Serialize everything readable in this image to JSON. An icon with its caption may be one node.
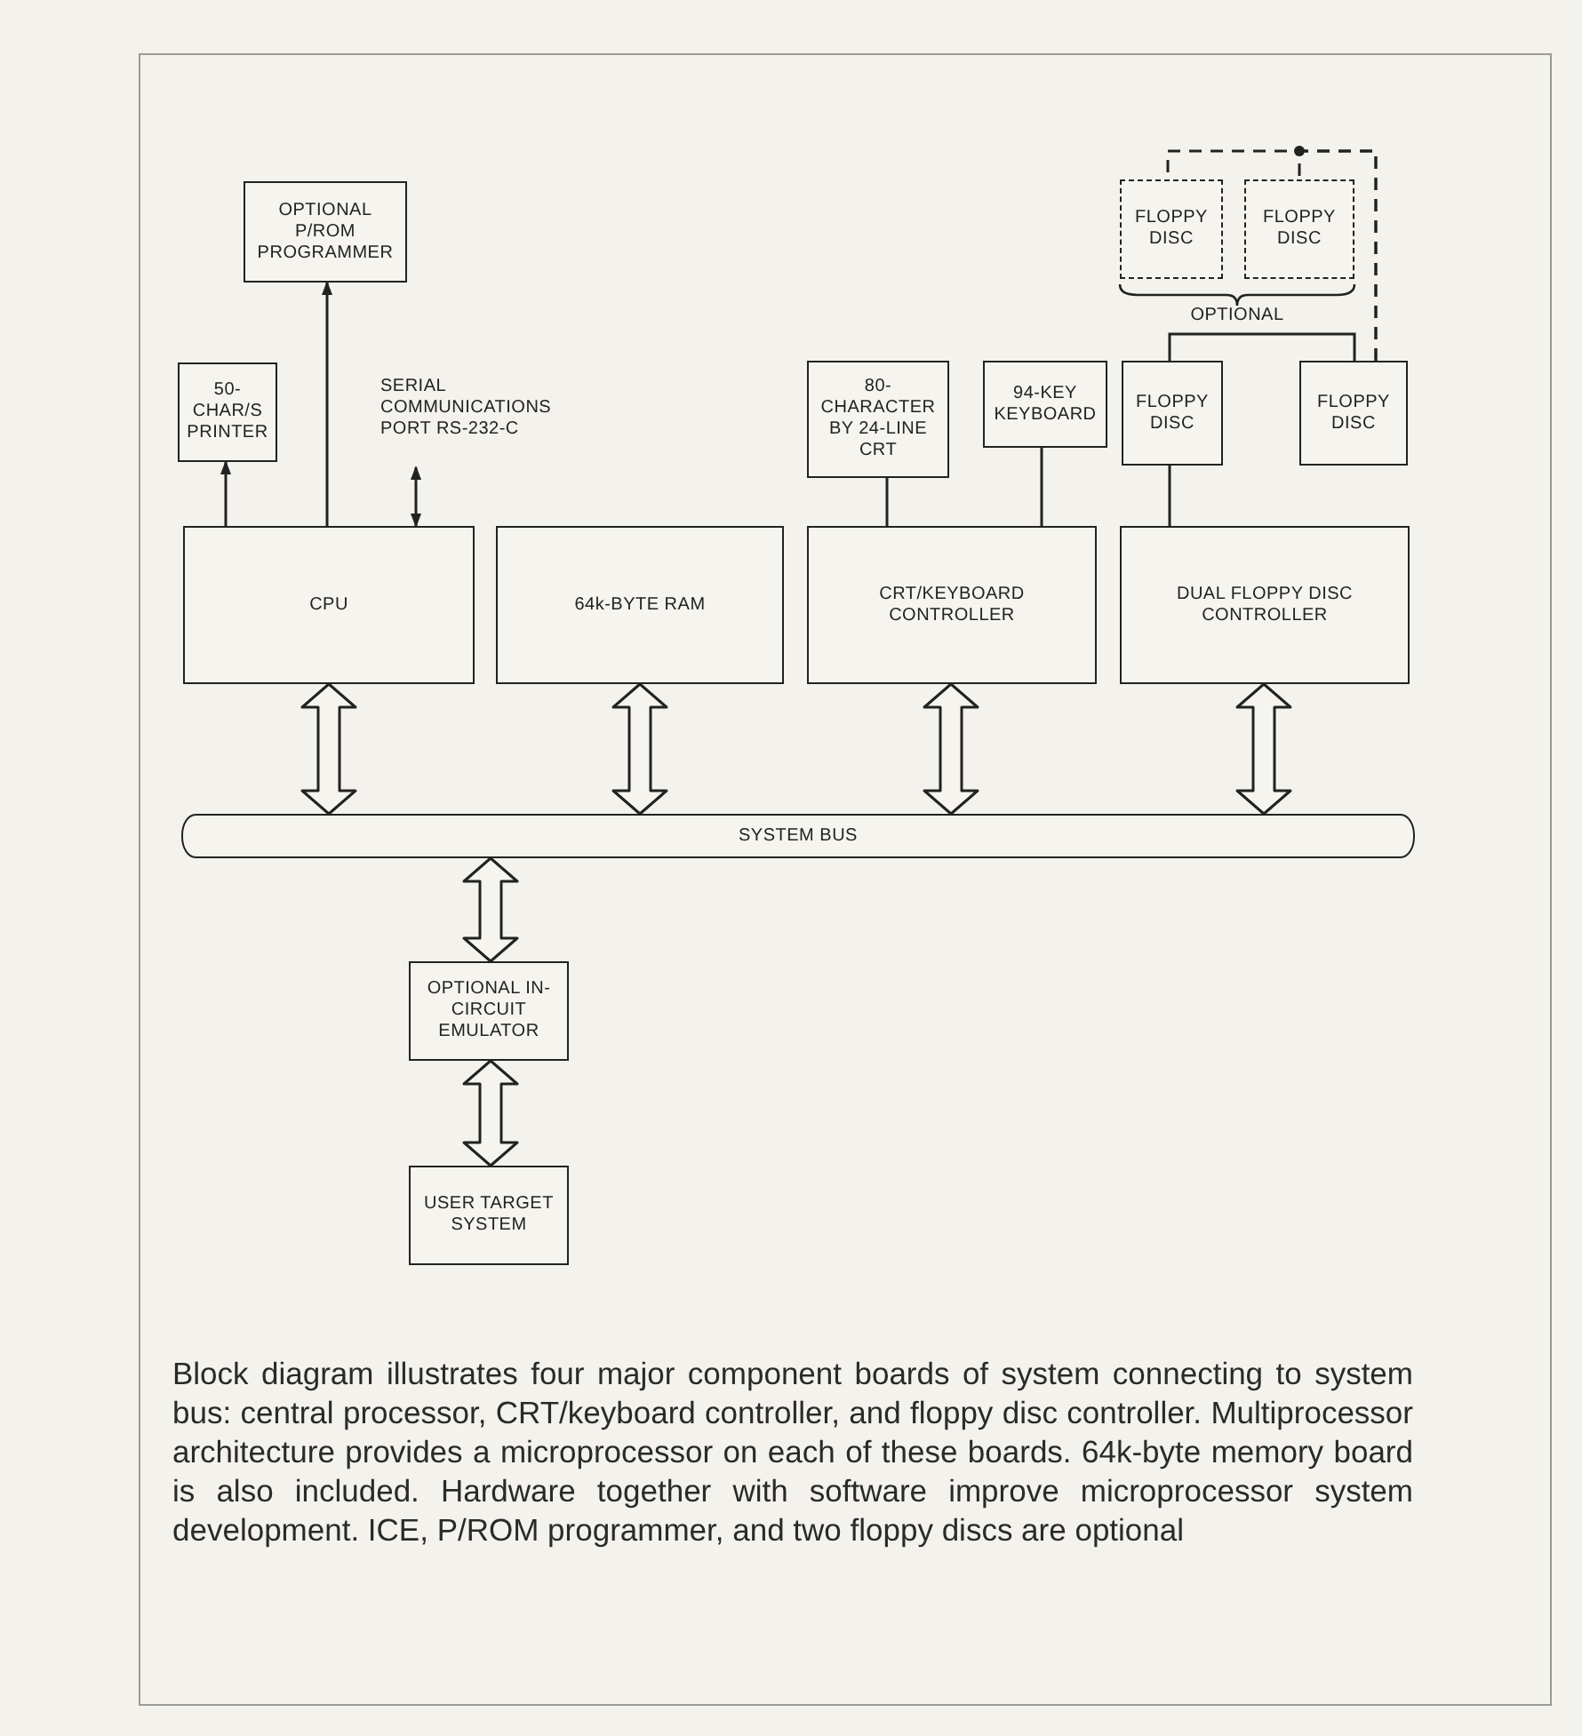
{
  "diagram": {
    "caption": "Block diagram illustrates four major component boards of system connecting to system bus: central processor, CRT/keyboard controller, and floppy disc controller. Multiprocessor architecture provides a microprocessor on each of these boards. 64k-byte memory board is also included. Hardware together with software improve microprocessor system development. ICE, P/ROM programmer, and two floppy discs are optional",
    "nodes": [
      {
        "text": [
          "OPTIONAL P/ROM PROGRAMMER"
        ]
      },
      {
        "text": [
          "FLOPPY DISC"
        ]
      },
      {
        "text": [
          "FLOPPY DISC"
        ]
      },
      {
        "text": [
          "50- CHAR/S PRINTER"
        ]
      },
      {
        "text": [
          "SERIAL COMMUNICATIONS PORT RS-232-C"
        ]
      },
      {
        "text": [
          "80- CHARACTER BY 24-LINE CRT"
        ]
      },
      {
        "text": [
          "94-KEY KEYBOARD"
        ]
      },
      {
        "text": [
          "FLOPPY DISC"
        ]
      },
      {
        "text": [
          "FLOPPY DISC"
        ]
      },
      {
        "text": [
          "CPU"
        ]
      },
      {
        "text": [
          "64k-BYTE RAM"
        ]
      },
      {
        "text": [
          "CRT/KEYBOARD CONTROLLER"
        ]
      },
      {
        "text": [
          "DUAL FLOPPY DISC CONTROLLER"
        ]
      },
      {
        "text": [
          "SYSTEM BUS"
        ]
      },
      {
        "text": [
          "OPTIONAL IN-CIRCUIT EMULATOR"
        ]
      },
      {
        "text": [
          "USER TARGET SYSTEM"
        ]
      }
    ],
    "edges": [
      {
        "from": 9,
        "to": 0,
        "arrow": "to"
      },
      {
        "from": 9,
        "to": 3,
        "arrow": "to"
      },
      {
        "from": 9,
        "to": 4,
        "arrow": "both"
      },
      {
        "from": 11,
        "to": 5,
        "arrow": "none"
      },
      {
        "from": 11,
        "to": 6,
        "arrow": "none"
      },
      {
        "from": 12,
        "to": 7,
        "arrow": "none"
      },
      {
        "from": 7,
        "to": 8,
        "arrow": "none"
      },
      {
        "from": 8,
        "to": 1,
        "arrow": "none",
        "style": "dashed"
      },
      {
        "from": 8,
        "to": 2,
        "arrow": "none",
        "style": "dashed"
      },
      {
        "from": 9,
        "to": 13,
        "arrow": "both",
        "style": "thick"
      },
      {
        "from": 10,
        "to": 13,
        "arrow": "both",
        "style": "thick"
      },
      {
        "from": 11,
        "to": 13,
        "arrow": "both",
        "style": "thick"
      },
      {
        "from": 12,
        "to": 13,
        "arrow": "both",
        "style": "thick"
      },
      {
        "from": 13,
        "to": 14,
        "arrow": "both",
        "style": "thick"
      },
      {
        "from": 14,
        "to": 15,
        "arrow": "both",
        "style": "thick"
      }
    ],
    "labels": [
      "OPTIONAL"
    ]
  }
}
